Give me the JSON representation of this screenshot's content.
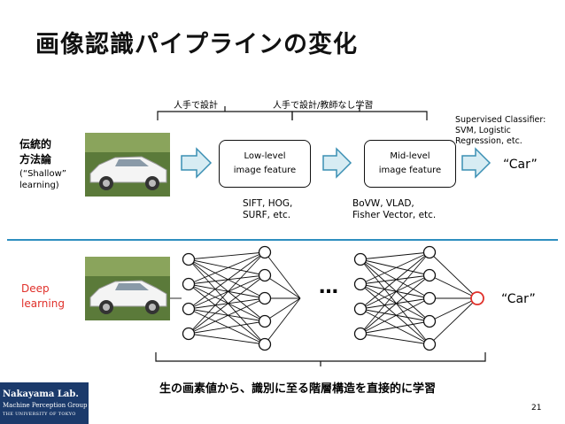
{
  "slide": {
    "title": "画像認識パイプラインの変化",
    "page_number": "21"
  },
  "traditional": {
    "heading": "伝統的\n方法論",
    "subheading": "(“Shallow”\nlearning)",
    "label_hand_designed": "人手で設計",
    "label_hand_designed_unsupervised": "人手で設計/教師なし学習",
    "box_low": "Low-level\nimage feature",
    "box_mid": "Mid-level\nimage feature",
    "low_examples": "SIFT, HOG,\nSURF, etc.",
    "mid_examples": "BoVW, VLAD,\nFisher Vector, etc.",
    "classifier_note": "Supervised Classifier:\nSVM, Logistic\nRegression, etc.",
    "output": "“Car”"
  },
  "deep": {
    "label": "Deep\nlearning",
    "ellipsis": "…",
    "output": "“Car”",
    "caption": "生の画素値から、識別に至る階層構造を直接的に学習"
  },
  "logo": {
    "line1": "Nakayama Lab.",
    "line2": "Machine Perception Group",
    "line3": "THE UNIVERSITY OF TOKYO"
  },
  "colors": {
    "arrow_fill": "#d7ecf3",
    "arrow_stroke": "#3a8fb3",
    "divider": "#2f8fbf",
    "deep_label": "#e0302a",
    "output_node": "#e0302a",
    "logo_bg": "#1b3a6b"
  }
}
